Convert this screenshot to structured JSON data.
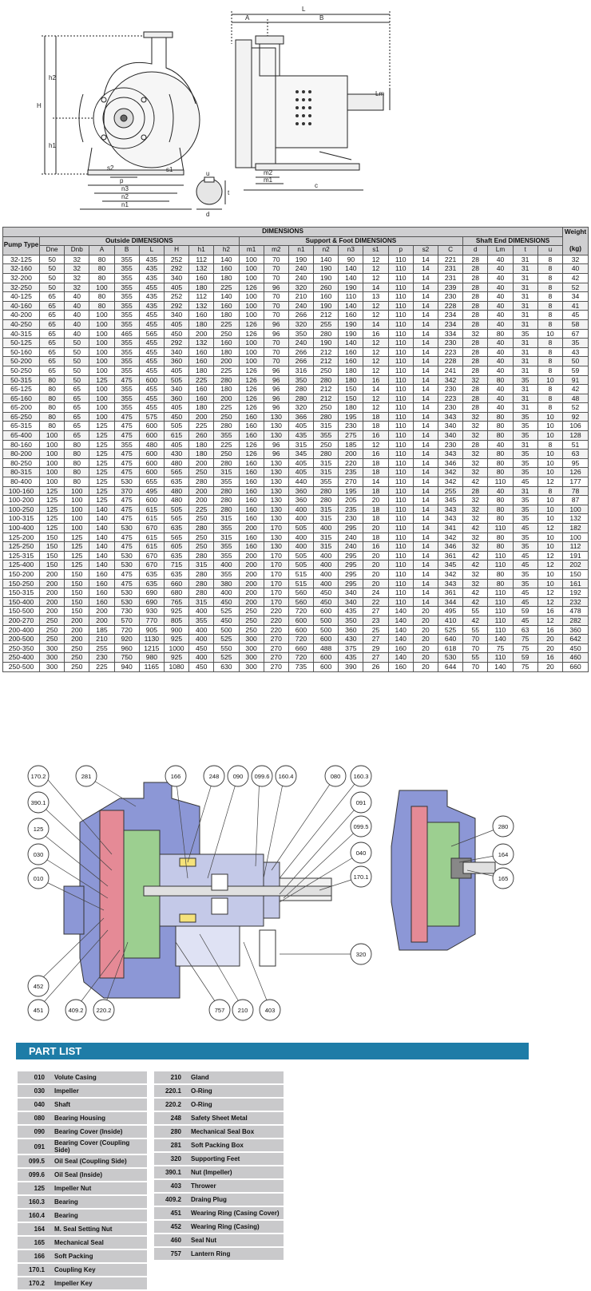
{
  "drawing_labels": {
    "L": "L",
    "A": "A",
    "B": "B",
    "H": "H",
    "h1": "h1",
    "h2": "h2",
    "s1": "s1",
    "s2": "s2",
    "p": "p",
    "n1": "n1",
    "n2": "n2",
    "n3": "n3",
    "m1": "m1",
    "m2": "m2",
    "c": "c",
    "Lm": "Lm",
    "u": "u",
    "t": "t",
    "d": "d"
  },
  "table": {
    "title": "DIMENSIONS",
    "pump_type": "Pump Type",
    "weight": "Weight",
    "weight_unit": "(kg)",
    "group_outside": "Outside DIMENSIONS",
    "group_support": "Support & Foot DIMENSIONS",
    "group_shaft": "Shaft End DIMENSIONS",
    "columns": [
      "Dne",
      "Dnb",
      "A",
      "B",
      "L",
      "H",
      "h1",
      "h2",
      "m1",
      "m2",
      "n1",
      "n2",
      "n3",
      "s1",
      "p",
      "s2",
      "C",
      "d",
      "Lm",
      "t",
      "u"
    ],
    "rows": [
      [
        "32-125",
        "50",
        "32",
        "80",
        "355",
        "435",
        "252",
        "112",
        "140",
        "100",
        "70",
        "190",
        "140",
        "90",
        "12",
        "110",
        "14",
        "221",
        "28",
        "40",
        "31",
        "8",
        "32"
      ],
      [
        "32-160",
        "50",
        "32",
        "80",
        "355",
        "435",
        "292",
        "132",
        "160",
        "100",
        "70",
        "240",
        "190",
        "140",
        "12",
        "110",
        "14",
        "231",
        "28",
        "40",
        "31",
        "8",
        "40"
      ],
      [
        "32-200",
        "50",
        "32",
        "80",
        "355",
        "435",
        "340",
        "160",
        "180",
        "100",
        "70",
        "240",
        "190",
        "140",
        "12",
        "110",
        "14",
        "231",
        "28",
        "40",
        "31",
        "8",
        "42"
      ],
      [
        "32-250",
        "50",
        "32",
        "100",
        "355",
        "455",
        "405",
        "180",
        "225",
        "126",
        "96",
        "320",
        "260",
        "190",
        "14",
        "110",
        "14",
        "239",
        "28",
        "40",
        "31",
        "8",
        "52"
      ],
      [
        "40-125",
        "65",
        "40",
        "80",
        "355",
        "435",
        "252",
        "112",
        "140",
        "100",
        "70",
        "210",
        "160",
        "110",
        "13",
        "110",
        "14",
        "230",
        "28",
        "40",
        "31",
        "8",
        "34"
      ],
      [
        "40-160",
        "65",
        "40",
        "80",
        "355",
        "435",
        "292",
        "132",
        "160",
        "100",
        "70",
        "240",
        "190",
        "140",
        "12",
        "110",
        "14",
        "228",
        "28",
        "40",
        "31",
        "8",
        "41"
      ],
      [
        "40-200",
        "65",
        "40",
        "100",
        "355",
        "455",
        "340",
        "160",
        "180",
        "100",
        "70",
        "266",
        "212",
        "160",
        "12",
        "110",
        "14",
        "234",
        "28",
        "40",
        "31",
        "8",
        "45"
      ],
      [
        "40-250",
        "65",
        "40",
        "100",
        "355",
        "455",
        "405",
        "180",
        "225",
        "126",
        "96",
        "320",
        "255",
        "190",
        "14",
        "110",
        "14",
        "234",
        "28",
        "40",
        "31",
        "8",
        "58"
      ],
      [
        "40-315",
        "65",
        "40",
        "100",
        "465",
        "565",
        "450",
        "200",
        "250",
        "126",
        "96",
        "350",
        "280",
        "190",
        "16",
        "110",
        "14",
        "334",
        "32",
        "80",
        "35",
        "10",
        "67"
      ],
      [
        "50-125",
        "65",
        "50",
        "100",
        "355",
        "455",
        "292",
        "132",
        "160",
        "100",
        "70",
        "240",
        "190",
        "140",
        "12",
        "110",
        "14",
        "230",
        "28",
        "40",
        "31",
        "8",
        "35"
      ],
      [
        "50-160",
        "65",
        "50",
        "100",
        "355",
        "455",
        "340",
        "160",
        "180",
        "100",
        "70",
        "266",
        "212",
        "160",
        "12",
        "110",
        "14",
        "223",
        "28",
        "40",
        "31",
        "8",
        "43"
      ],
      [
        "50-200",
        "65",
        "50",
        "100",
        "355",
        "455",
        "360",
        "160",
        "200",
        "100",
        "70",
        "266",
        "212",
        "160",
        "12",
        "110",
        "14",
        "228",
        "28",
        "40",
        "31",
        "8",
        "50"
      ],
      [
        "50-250",
        "65",
        "50",
        "100",
        "355",
        "455",
        "405",
        "180",
        "225",
        "126",
        "96",
        "316",
        "250",
        "180",
        "12",
        "110",
        "14",
        "241",
        "28",
        "40",
        "31",
        "8",
        "59"
      ],
      [
        "50-315",
        "80",
        "50",
        "125",
        "475",
        "600",
        "505",
        "225",
        "280",
        "126",
        "96",
        "350",
        "280",
        "180",
        "16",
        "110",
        "14",
        "342",
        "32",
        "80",
        "35",
        "10",
        "91"
      ],
      [
        "65-125",
        "80",
        "65",
        "100",
        "355",
        "455",
        "340",
        "160",
        "180",
        "126",
        "96",
        "280",
        "212",
        "150",
        "14",
        "110",
        "14",
        "230",
        "28",
        "40",
        "31",
        "8",
        "42"
      ],
      [
        "65-160",
        "80",
        "65",
        "100",
        "355",
        "455",
        "360",
        "160",
        "200",
        "126",
        "96",
        "280",
        "212",
        "150",
        "12",
        "110",
        "14",
        "223",
        "28",
        "40",
        "31",
        "8",
        "48"
      ],
      [
        "65-200",
        "80",
        "65",
        "100",
        "355",
        "455",
        "405",
        "180",
        "225",
        "126",
        "96",
        "320",
        "250",
        "180",
        "12",
        "110",
        "14",
        "230",
        "28",
        "40",
        "31",
        "8",
        "52"
      ],
      [
        "65-250",
        "80",
        "65",
        "100",
        "475",
        "575",
        "450",
        "200",
        "250",
        "160",
        "130",
        "366",
        "280",
        "195",
        "18",
        "110",
        "14",
        "343",
        "32",
        "80",
        "35",
        "10",
        "92"
      ],
      [
        "65-315",
        "80",
        "65",
        "125",
        "475",
        "600",
        "505",
        "225",
        "280",
        "160",
        "130",
        "405",
        "315",
        "230",
        "18",
        "110",
        "14",
        "340",
        "32",
        "80",
        "35",
        "10",
        "106"
      ],
      [
        "65-400",
        "100",
        "65",
        "125",
        "475",
        "600",
        "615",
        "260",
        "355",
        "160",
        "130",
        "435",
        "355",
        "275",
        "16",
        "110",
        "14",
        "340",
        "32",
        "80",
        "35",
        "10",
        "128"
      ],
      [
        "80-160",
        "100",
        "80",
        "125",
        "355",
        "480",
        "405",
        "180",
        "225",
        "126",
        "96",
        "315",
        "250",
        "185",
        "12",
        "110",
        "14",
        "230",
        "28",
        "40",
        "31",
        "8",
        "51"
      ],
      [
        "80-200",
        "100",
        "80",
        "125",
        "475",
        "600",
        "430",
        "180",
        "250",
        "126",
        "96",
        "345",
        "280",
        "200",
        "16",
        "110",
        "14",
        "343",
        "32",
        "80",
        "35",
        "10",
        "63"
      ],
      [
        "80-250",
        "100",
        "80",
        "125",
        "475",
        "600",
        "480",
        "200",
        "280",
        "160",
        "130",
        "405",
        "315",
        "220",
        "18",
        "110",
        "14",
        "346",
        "32",
        "80",
        "35",
        "10",
        "95"
      ],
      [
        "80-315",
        "100",
        "80",
        "125",
        "475",
        "600",
        "565",
        "250",
        "315",
        "160",
        "130",
        "405",
        "315",
        "235",
        "18",
        "110",
        "14",
        "342",
        "32",
        "80",
        "35",
        "10",
        "126"
      ],
      [
        "80-400",
        "100",
        "80",
        "125",
        "530",
        "655",
        "635",
        "280",
        "355",
        "160",
        "130",
        "440",
        "355",
        "270",
        "14",
        "110",
        "14",
        "342",
        "42",
        "110",
        "45",
        "12",
        "177"
      ],
      [
        "100-160",
        "125",
        "100",
        "125",
        "370",
        "495",
        "480",
        "200",
        "280",
        "160",
        "130",
        "360",
        "280",
        "195",
        "18",
        "110",
        "14",
        "255",
        "28",
        "40",
        "31",
        "8",
        "78"
      ],
      [
        "100-200",
        "125",
        "100",
        "125",
        "475",
        "600",
        "480",
        "200",
        "280",
        "160",
        "130",
        "360",
        "280",
        "205",
        "20",
        "110",
        "14",
        "345",
        "32",
        "80",
        "35",
        "10",
        "87"
      ],
      [
        "100-250",
        "125",
        "100",
        "140",
        "475",
        "615",
        "505",
        "225",
        "280",
        "160",
        "130",
        "400",
        "315",
        "235",
        "18",
        "110",
        "14",
        "343",
        "32",
        "80",
        "35",
        "10",
        "100"
      ],
      [
        "100-315",
        "125",
        "100",
        "140",
        "475",
        "615",
        "565",
        "250",
        "315",
        "160",
        "130",
        "400",
        "315",
        "230",
        "18",
        "110",
        "14",
        "343",
        "32",
        "80",
        "35",
        "10",
        "132"
      ],
      [
        "100-400",
        "125",
        "100",
        "140",
        "530",
        "670",
        "635",
        "280",
        "355",
        "200",
        "170",
        "505",
        "400",
        "295",
        "20",
        "110",
        "14",
        "341",
        "42",
        "110",
        "45",
        "12",
        "182"
      ],
      [
        "125-200",
        "150",
        "125",
        "140",
        "475",
        "615",
        "565",
        "250",
        "315",
        "160",
        "130",
        "400",
        "315",
        "240",
        "18",
        "110",
        "14",
        "342",
        "32",
        "80",
        "35",
        "10",
        "100"
      ],
      [
        "125-250",
        "150",
        "125",
        "140",
        "475",
        "615",
        "605",
        "250",
        "355",
        "160",
        "130",
        "400",
        "315",
        "240",
        "16",
        "110",
        "14",
        "346",
        "32",
        "80",
        "35",
        "10",
        "112"
      ],
      [
        "125-315",
        "150",
        "125",
        "140",
        "530",
        "670",
        "635",
        "280",
        "355",
        "200",
        "170",
        "505",
        "400",
        "295",
        "20",
        "110",
        "14",
        "361",
        "42",
        "110",
        "45",
        "12",
        "191"
      ],
      [
        "125-400",
        "150",
        "125",
        "140",
        "530",
        "670",
        "715",
        "315",
        "400",
        "200",
        "170",
        "505",
        "400",
        "295",
        "20",
        "110",
        "14",
        "345",
        "42",
        "110",
        "45",
        "12",
        "202"
      ],
      [
        "150-200",
        "200",
        "150",
        "160",
        "475",
        "635",
        "635",
        "280",
        "355",
        "200",
        "170",
        "515",
        "400",
        "295",
        "20",
        "110",
        "14",
        "342",
        "32",
        "80",
        "35",
        "10",
        "150"
      ],
      [
        "150-250",
        "200",
        "150",
        "160",
        "475",
        "635",
        "660",
        "280",
        "380",
        "200",
        "170",
        "515",
        "400",
        "295",
        "20",
        "110",
        "14",
        "343",
        "32",
        "80",
        "35",
        "10",
        "161"
      ],
      [
        "150-315",
        "200",
        "150",
        "160",
        "530",
        "690",
        "680",
        "280",
        "400",
        "200",
        "170",
        "560",
        "450",
        "340",
        "24",
        "110",
        "14",
        "361",
        "42",
        "110",
        "45",
        "12",
        "192"
      ],
      [
        "150-400",
        "200",
        "150",
        "160",
        "530",
        "690",
        "765",
        "315",
        "450",
        "200",
        "170",
        "560",
        "450",
        "340",
        "22",
        "110",
        "14",
        "344",
        "42",
        "110",
        "45",
        "12",
        "232"
      ],
      [
        "150-500",
        "200",
        "150",
        "200",
        "730",
        "930",
        "925",
        "400",
        "525",
        "250",
        "220",
        "720",
        "600",
        "435",
        "27",
        "140",
        "20",
        "495",
        "55",
        "110",
        "59",
        "16",
        "478"
      ],
      [
        "200-270",
        "250",
        "200",
        "200",
        "570",
        "770",
        "805",
        "355",
        "450",
        "250",
        "220",
        "600",
        "500",
        "350",
        "23",
        "140",
        "20",
        "410",
        "42",
        "110",
        "45",
        "12",
        "282"
      ],
      [
        "200-400",
        "250",
        "200",
        "185",
        "720",
        "905",
        "900",
        "400",
        "500",
        "250",
        "220",
        "600",
        "500",
        "360",
        "25",
        "140",
        "20",
        "525",
        "55",
        "110",
        "63",
        "16",
        "360"
      ],
      [
        "200-500",
        "250",
        "200",
        "210",
        "920",
        "1130",
        "925",
        "400",
        "525",
        "300",
        "270",
        "720",
        "600",
        "430",
        "27",
        "140",
        "20",
        "640",
        "70",
        "140",
        "75",
        "20",
        "642"
      ],
      [
        "250-350",
        "300",
        "250",
        "255",
        "960",
        "1215",
        "1000",
        "450",
        "550",
        "300",
        "270",
        "660",
        "488",
        "375",
        "29",
        "160",
        "20",
        "618",
        "70",
        "75",
        "75",
        "20",
        "450"
      ],
      [
        "250-400",
        "300",
        "250",
        "230",
        "750",
        "980",
        "925",
        "400",
        "525",
        "300",
        "270",
        "720",
        "600",
        "435",
        "27",
        "140",
        "20",
        "530",
        "55",
        "110",
        "59",
        "16",
        "460"
      ],
      [
        "250-500",
        "300",
        "250",
        "225",
        "940",
        "1165",
        "1080",
        "450",
        "630",
        "300",
        "270",
        "735",
        "600",
        "390",
        "26",
        "160",
        "20",
        "644",
        "70",
        "140",
        "75",
        "20",
        "660"
      ]
    ]
  },
  "callouts": {
    "c170_2": "170.2",
    "c281": "281",
    "c166": "166",
    "c248": "248",
    "c090": "090",
    "c099_6": "099.6",
    "c160_4": "160.4",
    "c080": "080",
    "c160_3": "160.3",
    "c390_1": "390.1",
    "c091": "091",
    "c125": "125",
    "c099_5": "099.5",
    "c030": "030",
    "c040": "040",
    "c010": "010",
    "c170_1": "170.1",
    "c320": "320",
    "c452": "452",
    "c451": "451",
    "c409_2": "409.2",
    "c220_2": "220.2",
    "c757": "757",
    "c210": "210",
    "c403": "403",
    "c280": "280",
    "c164": "164",
    "c165": "165"
  },
  "part_list": {
    "title": "PART LIST",
    "left": [
      {
        "code": "010",
        "name": "Volute Casing"
      },
      {
        "code": "030",
        "name": "Impeller"
      },
      {
        "code": "040",
        "name": "Shaft"
      },
      {
        "code": "080",
        "name": "Bearing Housing"
      },
      {
        "code": "090",
        "name": "Bearing Cover (Inside)"
      },
      {
        "code": "091",
        "name": "Bearing Cover (Coupling Side)"
      },
      {
        "code": "099.5",
        "name": "Oil Seal (Coupling Side)"
      },
      {
        "code": "099.6",
        "name": "Oil Seal (Inside)"
      },
      {
        "code": "125",
        "name": "Impeller Nut"
      },
      {
        "code": "160.3",
        "name": "Bearing"
      },
      {
        "code": "160.4",
        "name": "Bearing"
      },
      {
        "code": "164",
        "name": "M. Seal Setting Nut"
      },
      {
        "code": "165",
        "name": "Mechanical Seal"
      },
      {
        "code": "166",
        "name": "Soft Packing"
      },
      {
        "code": "170.1",
        "name": "Coupling Key"
      },
      {
        "code": "170.2",
        "name": "Impeller Key"
      }
    ],
    "right": [
      {
        "code": "210",
        "name": "Gland"
      },
      {
        "code": "220.1",
        "name": "O-Ring"
      },
      {
        "code": "220.2",
        "name": "O-Ring"
      },
      {
        "code": "248",
        "name": "Safety Sheet Metal"
      },
      {
        "code": "280",
        "name": "Mechanical Seal Box"
      },
      {
        "code": "281",
        "name": "Soft Packing Box"
      },
      {
        "code": "320",
        "name": "Supporting Feet"
      },
      {
        "code": "390.1",
        "name": "Nut (Impeller)"
      },
      {
        "code": "403",
        "name": "Thrower"
      },
      {
        "code": "409.2",
        "name": "Draing Plug"
      },
      {
        "code": "451",
        "name": "Wearing Ring (Casing Cover)"
      },
      {
        "code": "452",
        "name": "Wearing Ring (Casing)"
      },
      {
        "code": "460",
        "name": "Seal Nut"
      },
      {
        "code": "757",
        "name": "Lantern Ring"
      }
    ]
  }
}
